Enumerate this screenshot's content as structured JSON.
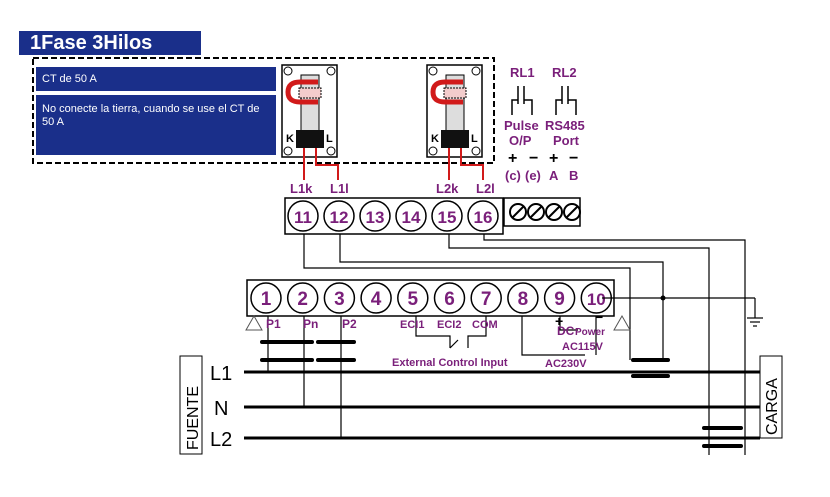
{
  "title": "1Fase 3Hilos",
  "notes": {
    "ct_rating": "CT de 50 A",
    "warning": "No conecte la tierra, cuando se use el CT de 50 A"
  },
  "ct_terminals": {
    "k": "K",
    "l": "L"
  },
  "ct_wire_labels": [
    "L1k",
    "L1l",
    "L2k",
    "L2l"
  ],
  "top_terminals": [
    "11",
    "12",
    "13",
    "14",
    "15",
    "16"
  ],
  "bottom_terminals": [
    "1",
    "2",
    "3",
    "4",
    "5",
    "6",
    "7",
    "8",
    "9",
    "10"
  ],
  "relays": {
    "rl1": "RL1",
    "rl2": "RL2",
    "pulse_line1": "Pulse",
    "pulse_line2": "O/P",
    "rs485_line1": "RS485",
    "rs485_line2": "Port",
    "plus": "+",
    "minus": "−",
    "c": "(c)",
    "e": "(e)",
    "a": "A",
    "b": "B"
  },
  "bottom_labels": {
    "p1": "P1",
    "pn": "Pn",
    "p2": "P2",
    "eci1": "ECI1",
    "eci2": "ECI2",
    "com": "COM",
    "external": "External Control Input",
    "dc_power": "DC",
    "power": "Power",
    "ac115": "AC115V",
    "ac230": "AC230V",
    "plus": "+",
    "minus": "−"
  },
  "lines": {
    "l1": "L1",
    "n": "N",
    "l2": "L2",
    "fuente": "FUENTE",
    "carga": "CARGA"
  },
  "colors": {
    "title_bg": "#1a2f8a",
    "accent_purple": "#7a1f7a",
    "wire_red": "#d11a1a"
  }
}
